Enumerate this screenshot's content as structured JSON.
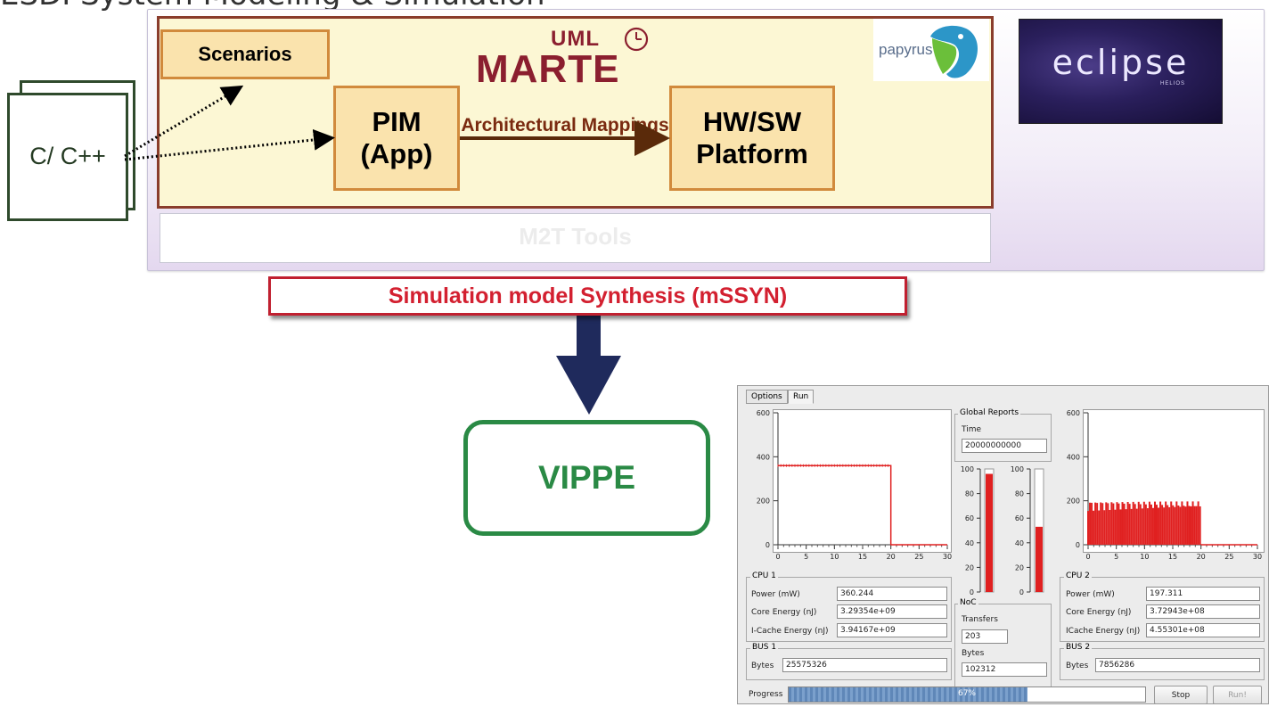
{
  "slide": {
    "title": "ESDI System Modeling & Simulation"
  },
  "design_env": {
    "scenarios_label": "Scenarios",
    "uml_label": "UML",
    "marte_label": "MARTE",
    "pim_label": "PIM (App)",
    "hwsw_label": "HW/SW Platform",
    "mapping_label": "Architectural Mappings",
    "papyrus_label": "papyrus",
    "eclipse_label": "eclipse",
    "eclipse_sublabel": "HELIOS",
    "m2t_label": "M2T Tools"
  },
  "source_files": {
    "label": "C/ C++"
  },
  "synthesis": {
    "label": "Simulation model Synthesis (mSSYN)"
  },
  "vippe": {
    "label": "VIPPE"
  },
  "colors": {
    "accent_red": "#d32030",
    "vippe_green": "#2a8a45",
    "arrow_navy": "#1f2a5c",
    "marte_red": "#8b1f2f",
    "plot_red": "#e02020"
  },
  "simulator": {
    "tabs": [
      "Options",
      "Run"
    ],
    "active_tab": "Run",
    "global_reports": {
      "title": "Global Reports",
      "time_label": "Time",
      "time_value": "20000000000",
      "bar_axis_ticks": [
        "100",
        "80",
        "60",
        "40",
        "20",
        "0"
      ],
      "bar1_level": 96,
      "bar2_level": 53
    },
    "noc": {
      "title": "NoC",
      "transfers_label": "Transfers",
      "transfers_value": "203",
      "bytes_label": "Bytes",
      "bytes_value": "102312"
    },
    "cpu1": {
      "title": "CPU 1",
      "power_label": "Power (mW)",
      "power_value": "360.244",
      "core_energy_label": "Core Energy (nJ)",
      "core_energy_value": "3.29354e+09",
      "cache_energy_label": "I-Cache Energy (nJ)",
      "cache_energy_value": "3.94167e+09"
    },
    "cpu2": {
      "title": "CPU 2",
      "power_label": "Power (mW)",
      "power_value": "197.311",
      "core_energy_label": "Core Energy (nJ)",
      "core_energy_value": "3.72943e+08",
      "cache_energy_label": "ICache Energy (nJ)",
      "cache_energy_value": "4.55301e+08"
    },
    "bus1": {
      "title": "BUS 1",
      "bytes_label": "Bytes",
      "bytes_value": "25575326"
    },
    "bus2": {
      "title": "BUS 2",
      "bytes_label": "Bytes",
      "bytes_value": "7856286"
    },
    "progress": {
      "label": "Progress",
      "value": 67,
      "text": "67%"
    },
    "stop_label": "Stop",
    "run_label": "Run!"
  },
  "chart_data": [
    {
      "type": "line",
      "title": "",
      "xlabel": "",
      "ylabel": "",
      "xlim": [
        0,
        30
      ],
      "ylim": [
        0,
        600
      ],
      "x_ticks": [
        "0",
        "5",
        "10",
        "15",
        "20",
        "25",
        "30"
      ],
      "y_ticks": [
        "600",
        "400",
        "200",
        "0"
      ],
      "series": [
        {
          "x": [
            0,
            20,
            20,
            30
          ],
          "y": [
            360,
            360,
            0,
            0
          ]
        }
      ]
    },
    {
      "type": "line",
      "title": "",
      "xlabel": "",
      "ylabel": "",
      "xlim": [
        0,
        30
      ],
      "ylim": [
        0,
        600
      ],
      "x_ticks": [
        "0",
        "5",
        "10",
        "15",
        "20",
        "25",
        "30"
      ],
      "y_ticks": [
        "600",
        "400",
        "200",
        "0"
      ],
      "series": [
        {
          "x": [
            0,
            20,
            20,
            30
          ],
          "y": [
            197,
            197,
            0,
            0
          ]
        }
      ]
    }
  ]
}
